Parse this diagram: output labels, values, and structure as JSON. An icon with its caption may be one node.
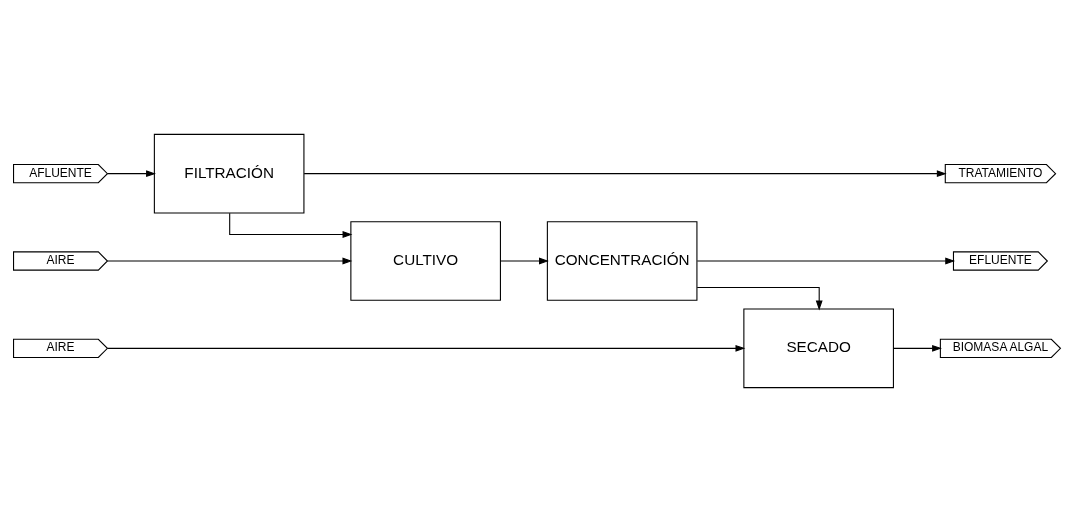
{
  "diagram": {
    "nodes": [
      {
        "text": [
          "AFLUENTE"
        ]
      },
      {
        "text": [
          "BIOMASA ALGAL"
        ]
      },
      {
        "text": [
          "FILTRACIÓN"
        ]
      },
      {
        "text": [
          "CULTIVO"
        ]
      },
      {
        "text": [
          "CONCENTRACIÓN"
        ]
      },
      {
        "text": [
          "SECADO"
        ]
      },
      {
        "text": [
          "TRATAMIENTO"
        ]
      },
      {
        "text": [
          "AIRE"
        ]
      },
      {
        "text": [
          "AIRE"
        ]
      },
      {
        "text": [
          "EFLUENTE"
        ]
      }
    ],
    "edges": [
      {
        "from": 0,
        "to": 2,
        "arrow": "to"
      },
      {
        "from": 2,
        "to": 3,
        "arrow": "to"
      },
      {
        "from": 3,
        "to": 4,
        "arrow": "to"
      },
      {
        "from": 4,
        "to": 5,
        "arrow": "to"
      },
      {
        "from": 5,
        "to": 1,
        "arrow": "to"
      },
      {
        "from": 2,
        "to": 6,
        "arrow": "to"
      },
      {
        "from": 7,
        "to": 3,
        "arrow": "to"
      },
      {
        "from": 8,
        "to": 5,
        "arrow": "to"
      },
      {
        "from": 4,
        "to": 9,
        "arrow": "to"
      }
    ]
  }
}
